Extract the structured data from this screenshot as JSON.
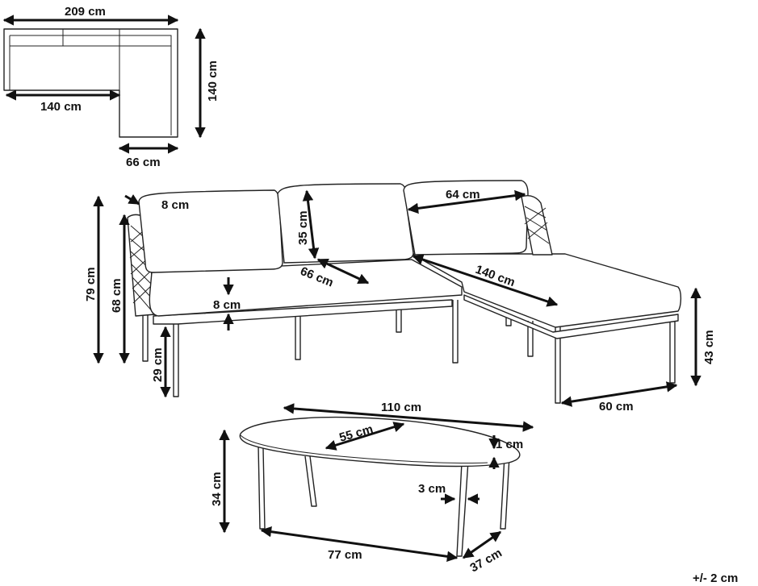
{
  "dimensions": {
    "top_width": "209 cm",
    "top_depth": "140 cm",
    "top_sofa_width": "140 cm",
    "top_chaise_width": "66 cm",
    "backrest_thickness": "8 cm",
    "chaise_back_width": "64 cm",
    "backrest_height": "35 cm",
    "seat_depth": "66 cm",
    "chaise_length": "140 cm",
    "total_height": "79 cm",
    "armrest_height": "68 cm",
    "seat_cushion": "8 cm",
    "seat_height": "29 cm",
    "chaise_height": "43 cm",
    "chaise_depth": "60 cm",
    "table_length": "110 cm",
    "table_width": "55 cm",
    "table_top": "1 cm",
    "table_height": "34 cm",
    "table_leg": "3 cm",
    "table_base_length": "77 cm",
    "table_base_width": "37 cm"
  },
  "tolerance": "+/- 2 cm"
}
